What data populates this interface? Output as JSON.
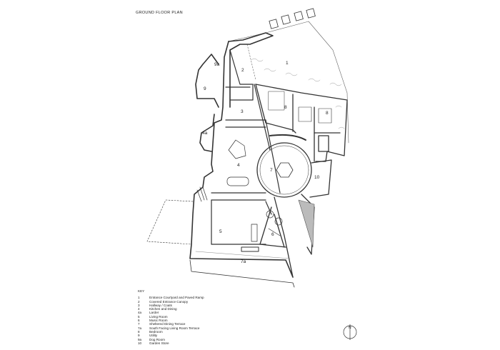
{
  "plan_title": "GROUND FLOOR PLAN",
  "key_title": "KEY",
  "key": [
    {
      "num": "1",
      "label": "Entrance Courtyard and Paved Ramp"
    },
    {
      "num": "2",
      "label": "Covered Entrance Canopy"
    },
    {
      "num": "3",
      "label": "Hallway / Coats"
    },
    {
      "num": "4",
      "label": "Kitchen and Dining"
    },
    {
      "num": "4a",
      "label": "Larder"
    },
    {
      "num": "5",
      "label": "Living Room"
    },
    {
      "num": "6",
      "label": "Music Room"
    },
    {
      "num": "7",
      "label": "Sheltered Dining Terrace"
    },
    {
      "num": "7a",
      "label": "South Facing Living Room Terrace"
    },
    {
      "num": "8",
      "label": "Bedroom"
    },
    {
      "num": "9",
      "label": "Utility"
    },
    {
      "num": "9a",
      "label": "Dog Room"
    },
    {
      "num": "10",
      "label": "Garden Store"
    }
  ],
  "room_labels": {
    "r1": "1",
    "r2": "2",
    "r3": "3",
    "r4": "4",
    "r4a": "4a",
    "r5": "5",
    "r6": "6",
    "r7": "7",
    "r7a": "7a",
    "r8a": "8",
    "r8b": "8",
    "r9": "9",
    "r9a": "9a",
    "r10": "10"
  },
  "north_label": "N"
}
